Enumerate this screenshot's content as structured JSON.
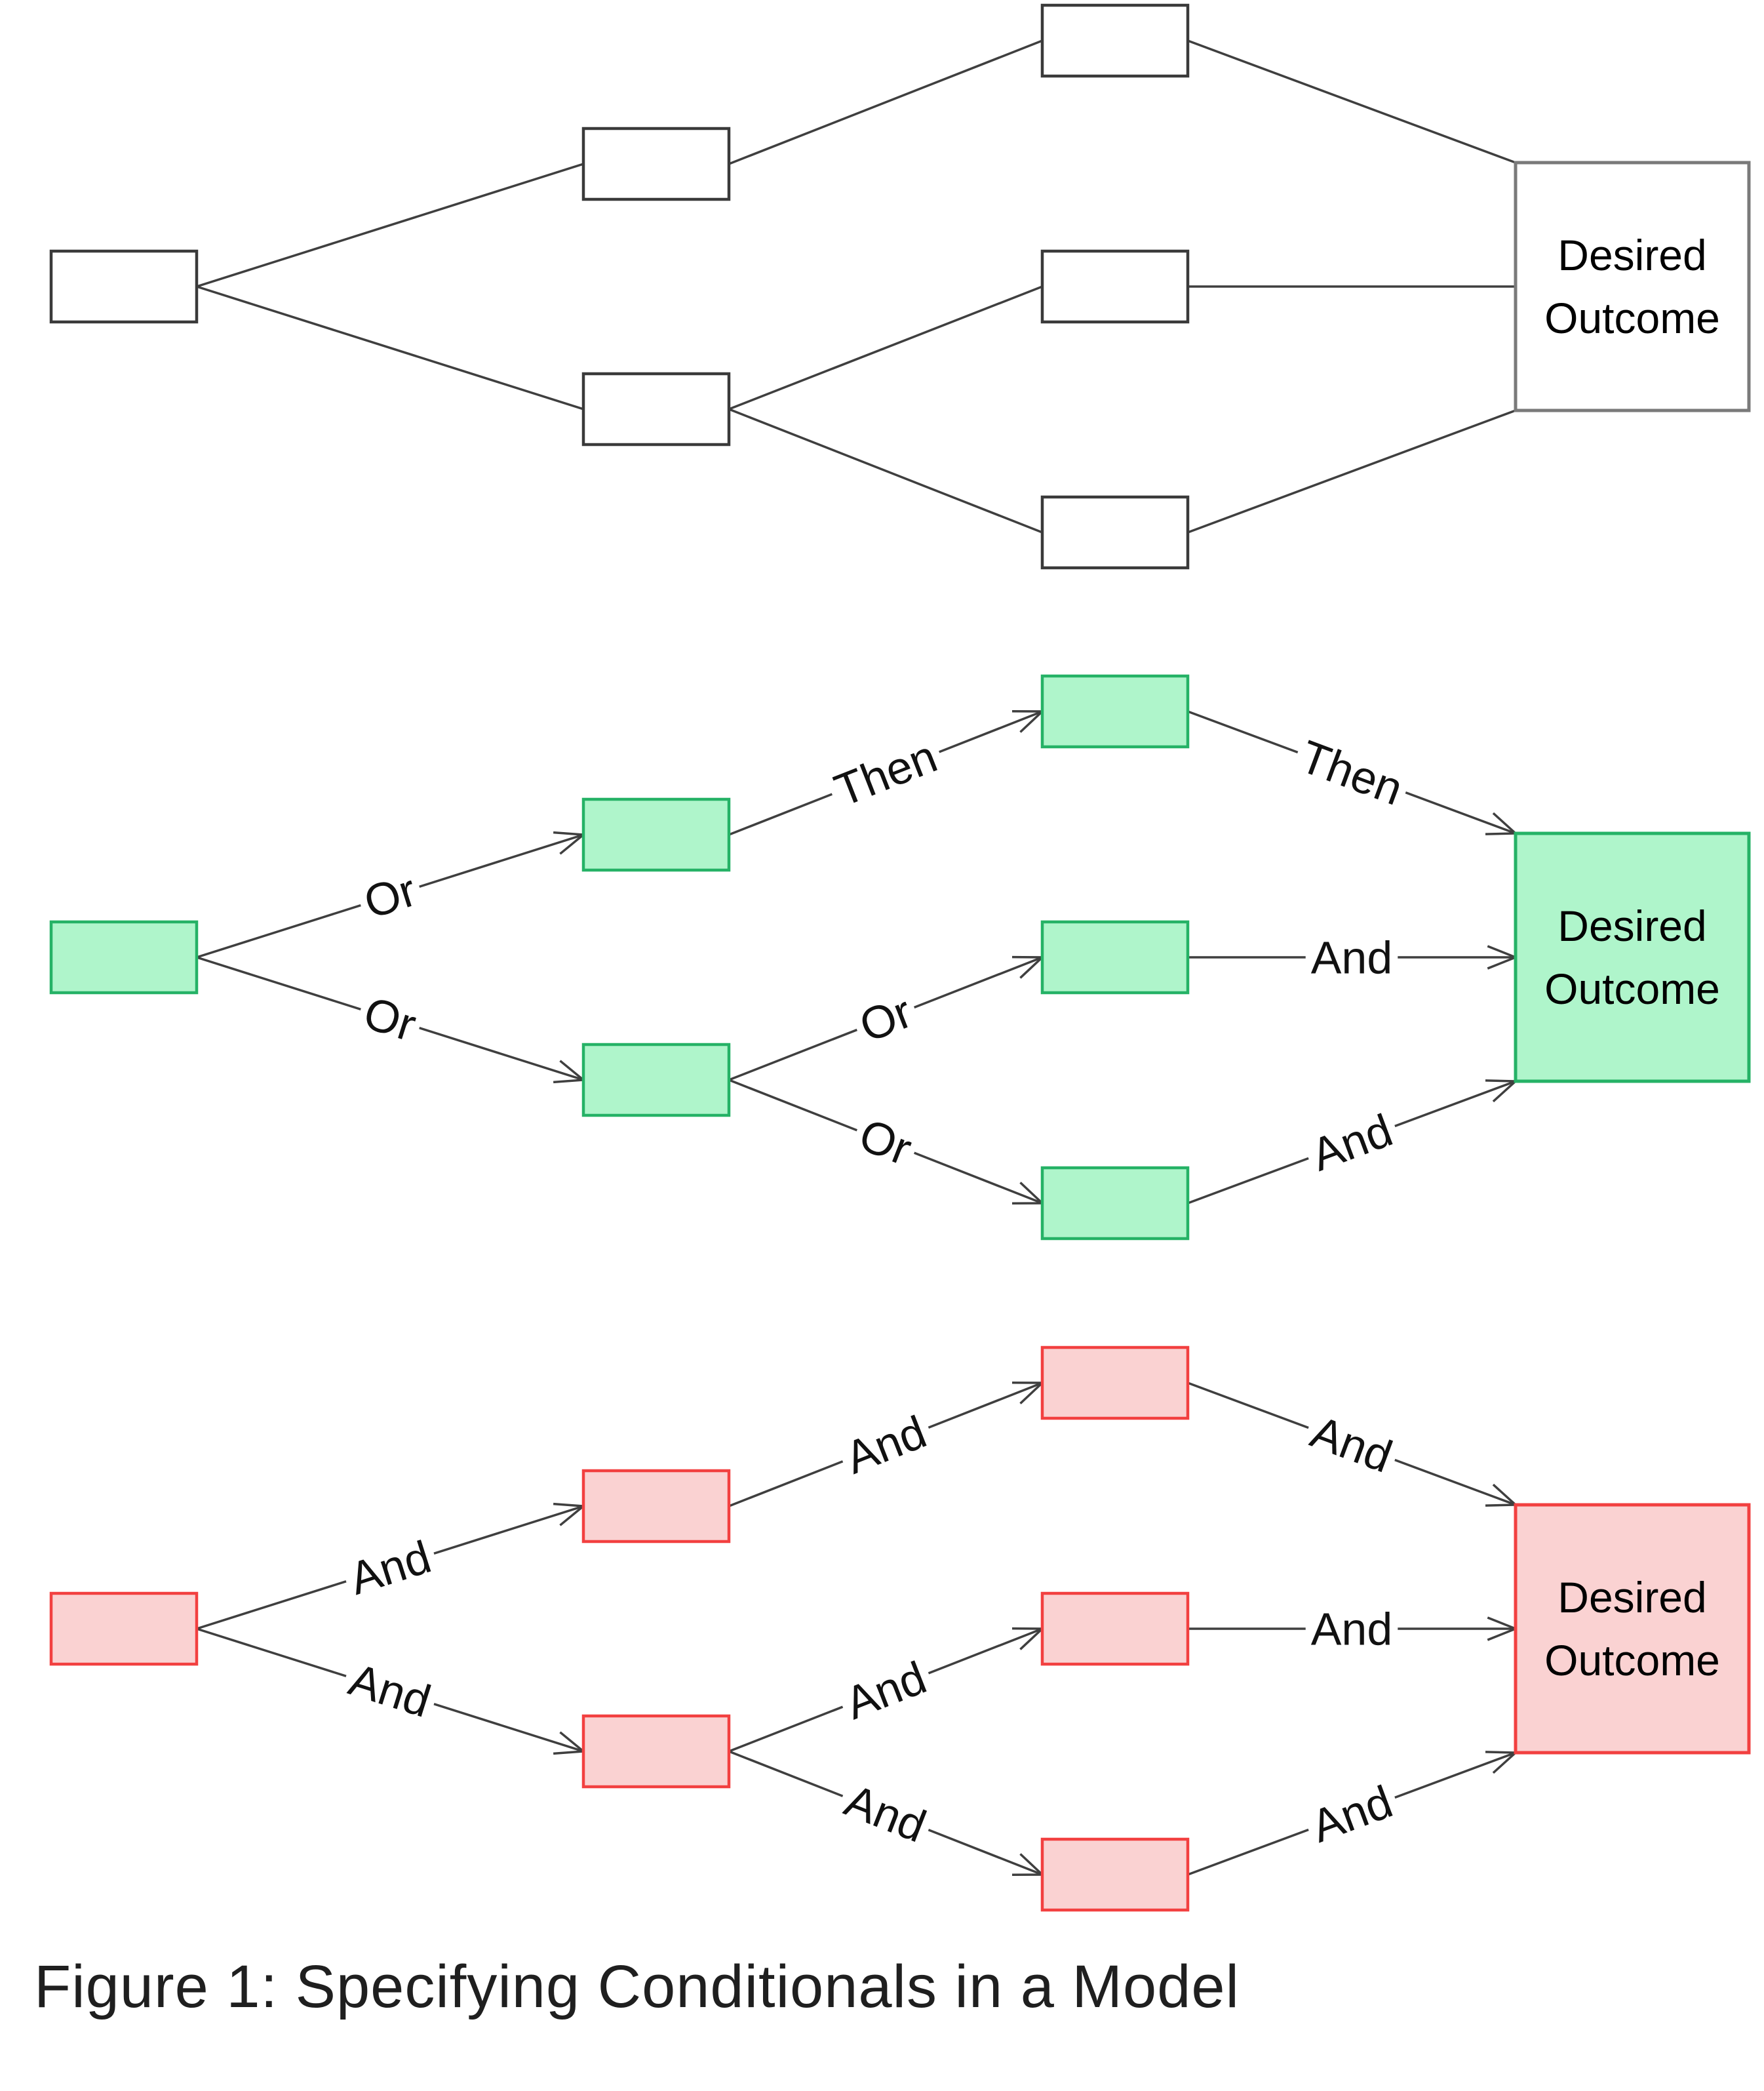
{
  "figure_caption": "Figure 1: Specifying Conditionals in a Model",
  "outcome_box_label": {
    "line1": "Desired",
    "line2": "Outcome"
  },
  "colors": {
    "edge_line": "#3f3f3f",
    "label_text": "#111111",
    "outcome_text": "#000000",
    "label_background": "#ffffff"
  },
  "diagrams": [
    {
      "name": "plain-unspecified-tree",
      "show_arrows": false,
      "show_labels": false,
      "node_fill": "#ffffff",
      "node_stroke": "#3a3a3a",
      "outcome_fill": "#ffffff",
      "outcome_stroke": "#7a7a7a",
      "outcome_label_visible": true,
      "edge_labels": [
        "",
        "",
        "",
        "",
        "",
        "",
        "",
        ""
      ]
    },
    {
      "name": "green-conditional-tree",
      "show_arrows": true,
      "show_labels": true,
      "node_fill": "#aff5cb",
      "node_stroke": "#25b266",
      "outcome_fill": "#aff5cb",
      "outcome_stroke": "#25b266",
      "outcome_label_visible": true,
      "edge_labels": [
        "Or",
        "Or",
        "Then",
        "Or",
        "Or",
        "Then",
        "And",
        "And"
      ]
    },
    {
      "name": "red-conditional-tree",
      "show_arrows": true,
      "show_labels": true,
      "node_fill": "#fad2d2",
      "node_stroke": "#f24040",
      "outcome_fill": "#fad2d2",
      "outcome_stroke": "#f24040",
      "outcome_label_visible": true,
      "edge_labels": [
        "And",
        "And",
        "And",
        "And",
        "And",
        "And",
        "And",
        "And"
      ]
    }
  ]
}
